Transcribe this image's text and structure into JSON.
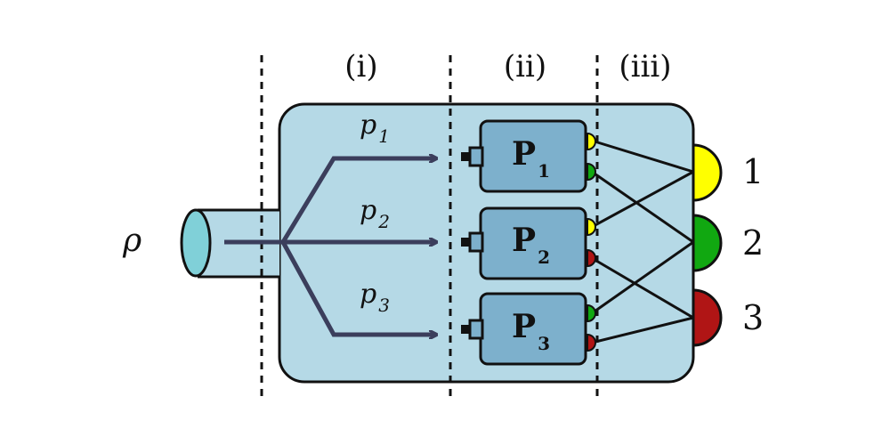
{
  "diagram": {
    "stages": [
      "(i)",
      "(ii)",
      "(iii)"
    ],
    "state_label": "ρ",
    "probabilities": [
      {
        "symbol": "p",
        "sub": "1"
      },
      {
        "symbol": "p",
        "sub": "2"
      },
      {
        "symbol": "p",
        "sub": "3"
      }
    ],
    "measurements": [
      {
        "symbol": "P",
        "sub": "1"
      },
      {
        "symbol": "P",
        "sub": "2"
      },
      {
        "symbol": "P",
        "sub": "3"
      }
    ],
    "outcomes": [
      {
        "label": "1",
        "color": "#ffff00"
      },
      {
        "label": "2",
        "color": "#11a811"
      },
      {
        "label": "3",
        "color": "#b01515"
      }
    ],
    "colors": {
      "body_fill": "#b5d9e6",
      "box_fill": "#7db0cc",
      "tube_fill": "#80d0d8",
      "arrow": "#3b3e5c"
    }
  }
}
